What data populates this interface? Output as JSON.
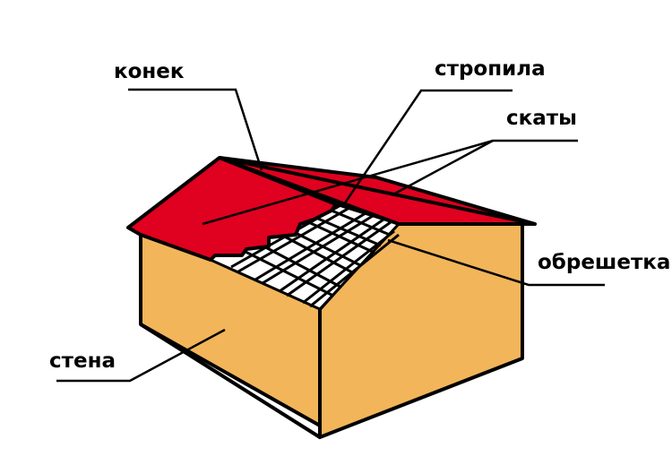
{
  "diagram": {
    "type": "house-roof-structure",
    "colors": {
      "roof": "#e0001f",
      "wall": "#f2b55a",
      "lathing": "#ffffff",
      "outline": "#000000",
      "background": "#ffffff"
    },
    "labels": {
      "ridge": "конек",
      "rafters": "стропила",
      "slopes": "скаты",
      "lathing": "обрешетка",
      "wall": "стена"
    }
  }
}
